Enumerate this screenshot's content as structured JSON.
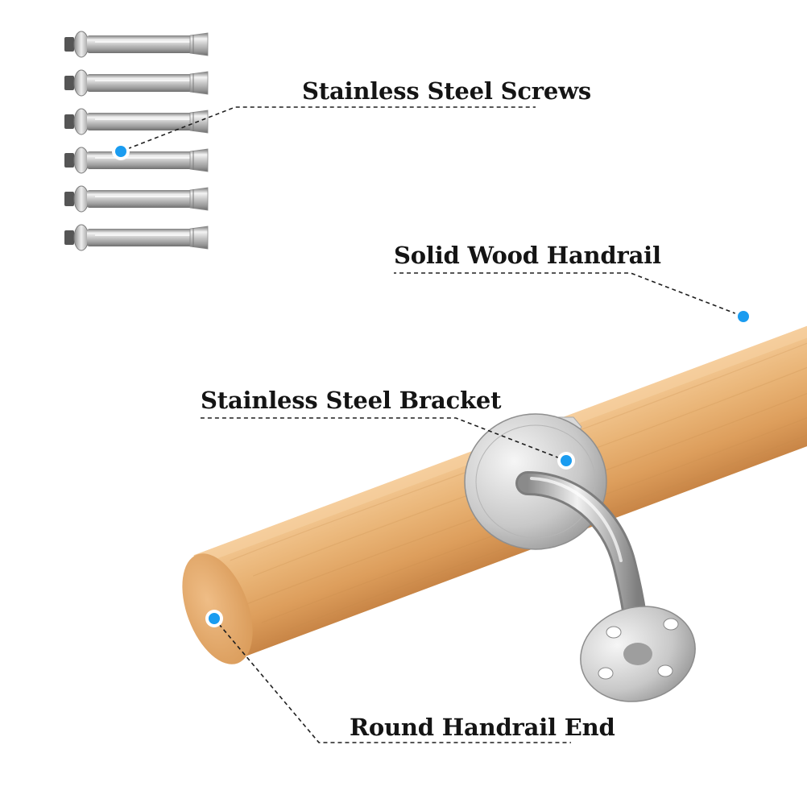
{
  "labels": {
    "screws": "Stainless Steel Screws",
    "handrail": "Solid Wood Handrail",
    "bracket": "Stainless Steel Bracket",
    "end": "Round Handrail End"
  },
  "colors": {
    "wood_light": "#f0c08a",
    "wood_mid": "#e2a466",
    "wood_dark": "#c98548",
    "steel_light": "#f2f2f2",
    "steel_mid": "#c4c4c4",
    "steel_dark": "#8a8a8a",
    "marker_blue": "#1a9cf0",
    "text": "#141414"
  },
  "screw_count": 6
}
